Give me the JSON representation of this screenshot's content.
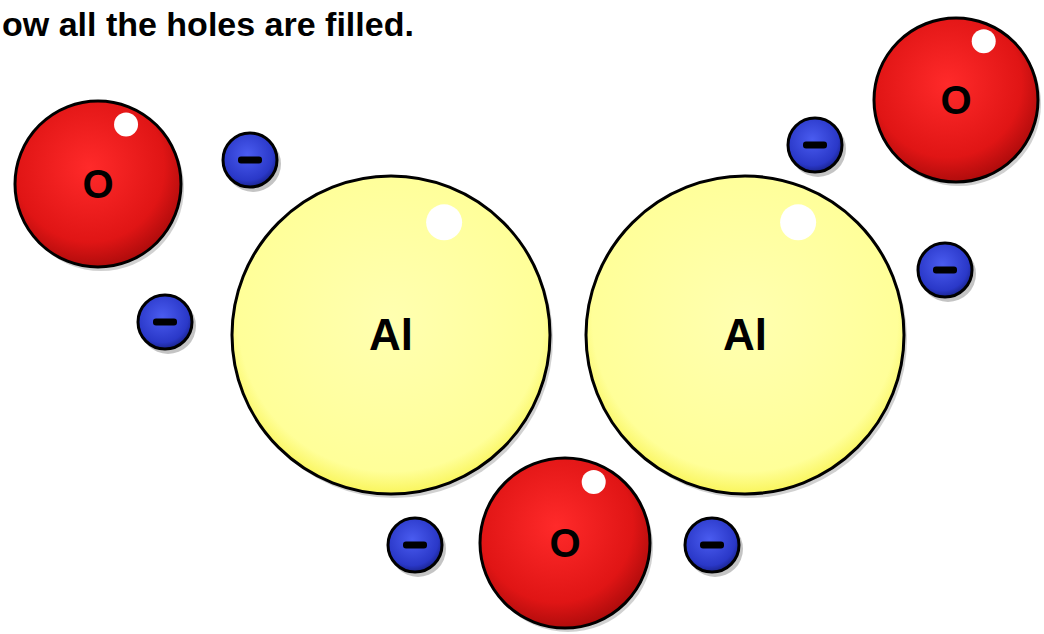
{
  "diagram": {
    "title": "ow all the holes are filled.",
    "nodes": [
      {
        "text": [
          "O"
        ]
      },
      {
        "text": [
          "O"
        ]
      },
      {
        "text": [
          "Al"
        ]
      },
      {
        "text": [
          "Al"
        ]
      },
      {
        "text": [
          "O"
        ]
      }
    ]
  }
}
